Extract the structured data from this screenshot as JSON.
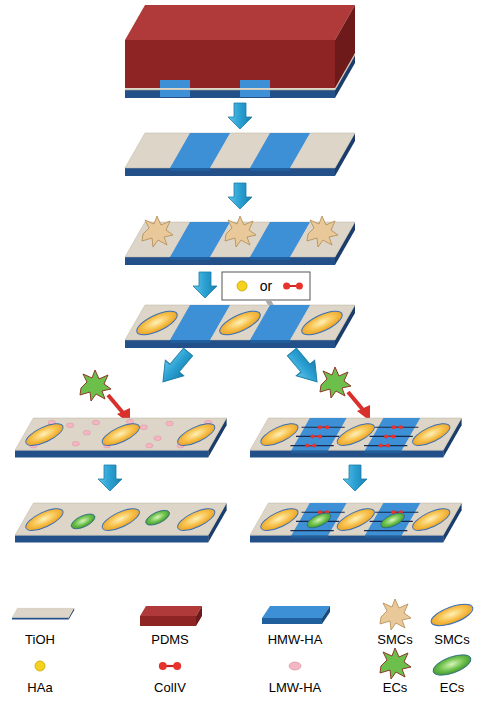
{
  "diagram": {
    "nodes": [
      {
        "text": [
          "or"
        ]
      }
    ],
    "legend": [
      {
        "text": "TiOH"
      },
      {
        "text": "PDMS"
      },
      {
        "text": "HMW-HA"
      },
      {
        "text": "SMCs"
      },
      {
        "text": "SMCs"
      },
      {
        "text": "HAa"
      },
      {
        "text": "ColIV"
      },
      {
        "text": "LMW-HA"
      },
      {
        "text": "ECs"
      },
      {
        "text": "ECs"
      }
    ]
  }
}
